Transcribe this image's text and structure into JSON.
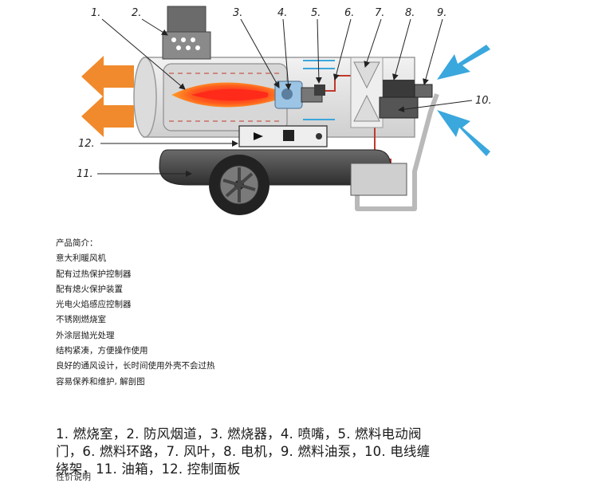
{
  "labels": [
    "1.",
    "2.",
    "3.",
    "4.",
    "5.",
    "6.",
    "7.",
    "8.",
    "9.",
    "10.",
    "11.",
    "12."
  ],
  "colors": {
    "flame": "#ff3b1e",
    "outflow_arrow": "#f08a2c",
    "inflow_arrow": "#3aa7dd",
    "body": "#e6e6e6",
    "tank": "#4a4a4a",
    "fuel_line": "#c0392b"
  },
  "intro_title": "产品简介：",
  "intro_lines": [
    "意大利暖风机",
    "配有过热保护控制器",
    "配有熄火保护装置",
    "光电火焰感应控制器",
    "不锈刚燃烧室",
    "外涂层抛光处理",
    "结构紧凑，方便操作使用",
    "良好的通风设计，长时间使用外壳不会过热",
    "容易保养和维护, 解剖图"
  ],
  "legend_lines": [
    "1. 燃烧室，2. 防风烟道，3. 燃烧器，4. 喷嘴，5. 燃料电动阀",
    "门，6. 燃料环路，7. 风叶，8. 电机，9. 燃料油泵，10. 电线缠",
    "绕架，11. 油箱，12. 控制面板"
  ],
  "footer_partial": "性价说明"
}
